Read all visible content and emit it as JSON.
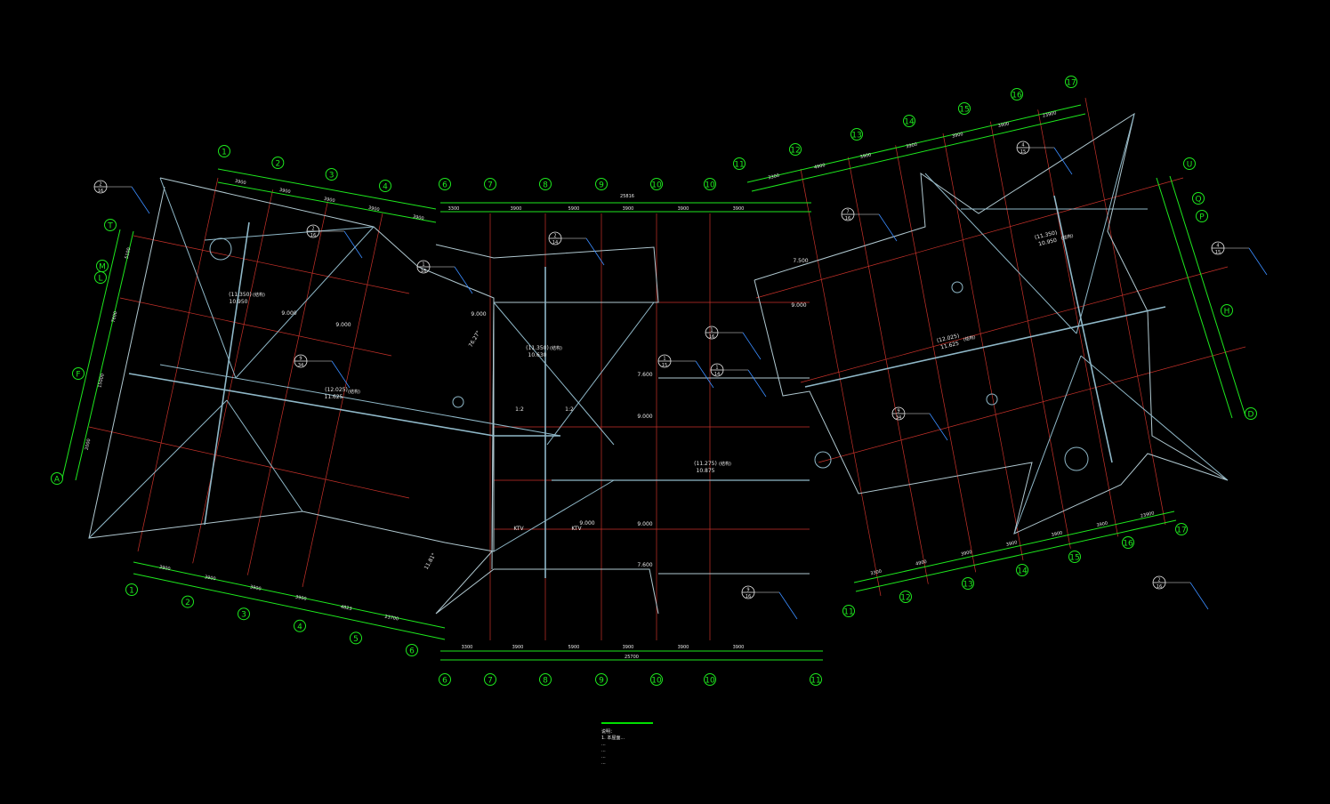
{
  "colors": {
    "background": "#000000",
    "dimension": "#1ee81e",
    "roof_ridge": "#8fb8c8",
    "axis_grid": "#c8322a",
    "outline": "#b0c8d0",
    "text": "#e8e8e8",
    "callout": "#3a8cff"
  },
  "left_wing": {
    "axes_top": [
      "1",
      "2",
      "3",
      "4"
    ],
    "axes_bottom": [
      "1",
      "2",
      "3",
      "4",
      "5",
      "6"
    ],
    "axes_side": [
      "T",
      "M",
      "L",
      "F",
      "A"
    ],
    "dims_top": [
      "3900",
      "3900",
      "3900",
      "3900",
      "3900"
    ],
    "dims_bottom": [
      "3900",
      "3900",
      "3900",
      "3900",
      "4823",
      "23700"
    ],
    "dims_side": [
      "5100",
      "7600",
      "15000",
      "2000"
    ],
    "elevations": [
      {
        "main": "(11.350)",
        "sub": "10.950",
        "note": "(结构)"
      },
      {
        "main": "(12.025)",
        "sub": "11.625",
        "note": "(结构)"
      },
      {
        "main": "9.000"
      },
      {
        "main": "9.000"
      }
    ],
    "angle_labels": [
      "76.27°",
      "11.81°"
    ]
  },
  "center": {
    "axes_top": [
      "6",
      "7",
      "8",
      "9",
      "10",
      "10"
    ],
    "axes_bottom": [
      "6",
      "7",
      "8",
      "9",
      "10",
      "10",
      "11"
    ],
    "dims_top": [
      "3300",
      "3900",
      "5900",
      "3900",
      "3900",
      "3900",
      "25816"
    ],
    "dims_bottom": [
      "3300",
      "3900",
      "5900",
      "3900",
      "3900",
      "3900",
      "25700"
    ],
    "room_labels": [
      "KTV",
      "KTV"
    ],
    "slope_labels": [
      "1:2",
      "1:2"
    ],
    "elevations": [
      {
        "main": "(11.350)",
        "sub": "10.630",
        "note": "(结构)"
      },
      {
        "main": "(11.275)",
        "sub": "10.875",
        "note": "(结构)"
      },
      {
        "main": "7.600"
      },
      {
        "main": "9.000"
      },
      {
        "main": "9.000"
      },
      {
        "main": "7.600"
      },
      {
        "main": "9.000"
      }
    ]
  },
  "right_wing": {
    "axes_top": [
      "11",
      "12",
      "13",
      "14",
      "15",
      "16",
      "17"
    ],
    "axes_bottom": [
      "11",
      "12",
      "13",
      "14",
      "15",
      "16",
      "17"
    ],
    "axes_side": [
      "U",
      "Q",
      "P",
      "H",
      "D"
    ],
    "dims_top": [
      "3300",
      "4900",
      "3900",
      "3900",
      "3900",
      "3900",
      "23900"
    ],
    "dims_bottom": [
      "3300",
      "4900",
      "3900",
      "3900",
      "3900",
      "3900",
      "23900"
    ],
    "elevations": [
      {
        "main": "(11.350)",
        "sub": "10.950",
        "note": "(结构)"
      },
      {
        "main": "(12.025)",
        "sub": "11.625",
        "note": "(结构)"
      },
      {
        "main": "7.500"
      },
      {
        "main": "9.000"
      }
    ]
  },
  "callouts": [
    {
      "top": "2",
      "bottom": "16"
    },
    {
      "top": "2",
      "bottom": "16"
    },
    {
      "top": "1",
      "bottom": "16"
    },
    {
      "top": "9",
      "bottom": "34"
    },
    {
      "top": "2",
      "bottom": "14"
    },
    {
      "top": "1",
      "bottom": "15"
    },
    {
      "top": "1",
      "bottom": "14"
    },
    {
      "top": "1",
      "bottom": "16"
    },
    {
      "top": "9",
      "bottom": "16"
    },
    {
      "top": "7",
      "bottom": "16"
    },
    {
      "top": "4",
      "bottom": "15"
    },
    {
      "top": "4",
      "bottom": "15"
    },
    {
      "top": "9",
      "bottom": "34"
    },
    {
      "top": "2",
      "bottom": "16"
    }
  ],
  "notes": {
    "title": "说明：",
    "lines": [
      "1. 本屋面...",
      "...",
      "...",
      "...",
      "..."
    ]
  }
}
